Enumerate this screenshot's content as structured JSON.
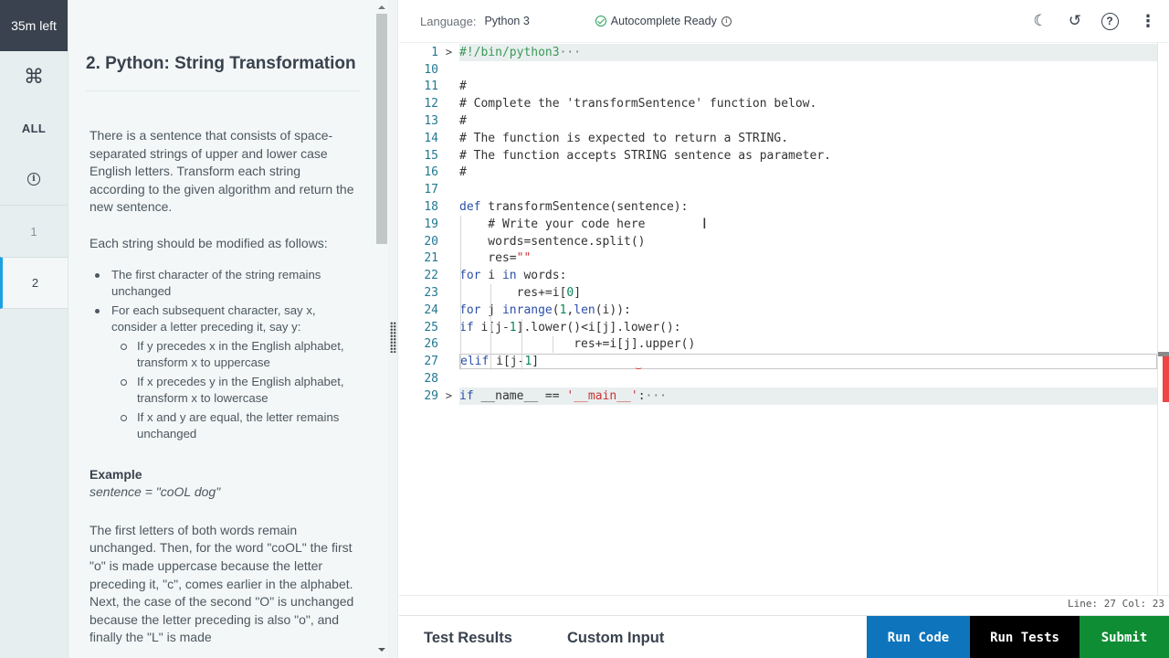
{
  "rail": {
    "timer": "35m left",
    "command_icon": "⌘",
    "all_label": "ALL",
    "info_icon": "i",
    "questions": [
      "1",
      "2"
    ],
    "active_question": "2"
  },
  "problem": {
    "title": "2. Python: String Transformation",
    "intro": "There is a sentence that consists of space-separated strings of upper and lower case English letters. Transform each string according to the given algorithm and return the new sentence.",
    "rule_lead": "Each string should be modified as follows:",
    "rules": [
      "The first character of the string remains unchanged",
      "For each subsequent character, say x, consider a letter preceding it, say y:"
    ],
    "subrules": [
      "If y precedes x in the English alphabet, transform x to uppercase",
      "If x precedes y in the English alphabet, transform x to lowercase",
      "If x and y are equal, the letter remains unchanged"
    ],
    "example_title": "Example",
    "example_code": "sentence = \"coOL dog\"",
    "explanation": "The first letters of both words remain unchanged. Then, for the word \"coOL\" the first \"o\" is made uppercase because the letter preceding it, \"c\", comes earlier in the alphabet. Next, the case of the second \"O\" is unchanged because the letter preceding is also \"o\", and finally the \"L\" is made"
  },
  "editor": {
    "language_label": "Language:",
    "language": "Python 3",
    "autocomplete": "Autocomplete Ready",
    "tools": {
      "theme_icon": "☾",
      "history_icon": "↺",
      "help_icon": "?",
      "more_icon": "⋮"
    },
    "lines": [
      {
        "n": "1",
        "fold": ">",
        "text": "#!/bin/python3",
        "folded": true
      },
      {
        "n": "10",
        "text": ""
      },
      {
        "n": "11",
        "text": "#"
      },
      {
        "n": "12",
        "text": "# Complete the 'transformSentence' function below."
      },
      {
        "n": "13",
        "text": "#"
      },
      {
        "n": "14",
        "text": "# The function is expected to return a STRING."
      },
      {
        "n": "15",
        "text": "# The function accepts STRING sentence as parameter."
      },
      {
        "n": "16",
        "text": "#"
      },
      {
        "n": "17",
        "text": ""
      },
      {
        "n": "18",
        "text": "def transformSentence(sentence):"
      },
      {
        "n": "19",
        "text": "    # Write your code here"
      },
      {
        "n": "20",
        "text": "    words=sentence.split()"
      },
      {
        "n": "21",
        "text": "    res=\"\""
      },
      {
        "n": "22",
        "text": "    for i in words:"
      },
      {
        "n": "23",
        "text": "        res+=i[0]"
      },
      {
        "n": "24",
        "text": "        for j in range(1,len(i)):"
      },
      {
        "n": "25",
        "text": "            if i[j-1].lower()<i[j].lower():"
      },
      {
        "n": "26",
        "text": "                res+=i[j].upper()"
      },
      {
        "n": "27",
        "text": "            elif i[j-1]",
        "current": true
      },
      {
        "n": "28",
        "text": ""
      },
      {
        "n": "29",
        "fold": ">",
        "text": "if __name__ == '__main__':",
        "folded": true
      }
    ],
    "fold_ellipsis": "···",
    "status": "Line: 27 Col: 23"
  },
  "bottom": {
    "tabs": [
      "Test Results",
      "Custom Input"
    ],
    "run_code": "Run Code",
    "run_tests": "Run Tests",
    "submit": "Submit",
    "colors": {
      "run_code": "#0e75bc",
      "run_tests": "#000000",
      "submit": "#0f8d34"
    }
  }
}
